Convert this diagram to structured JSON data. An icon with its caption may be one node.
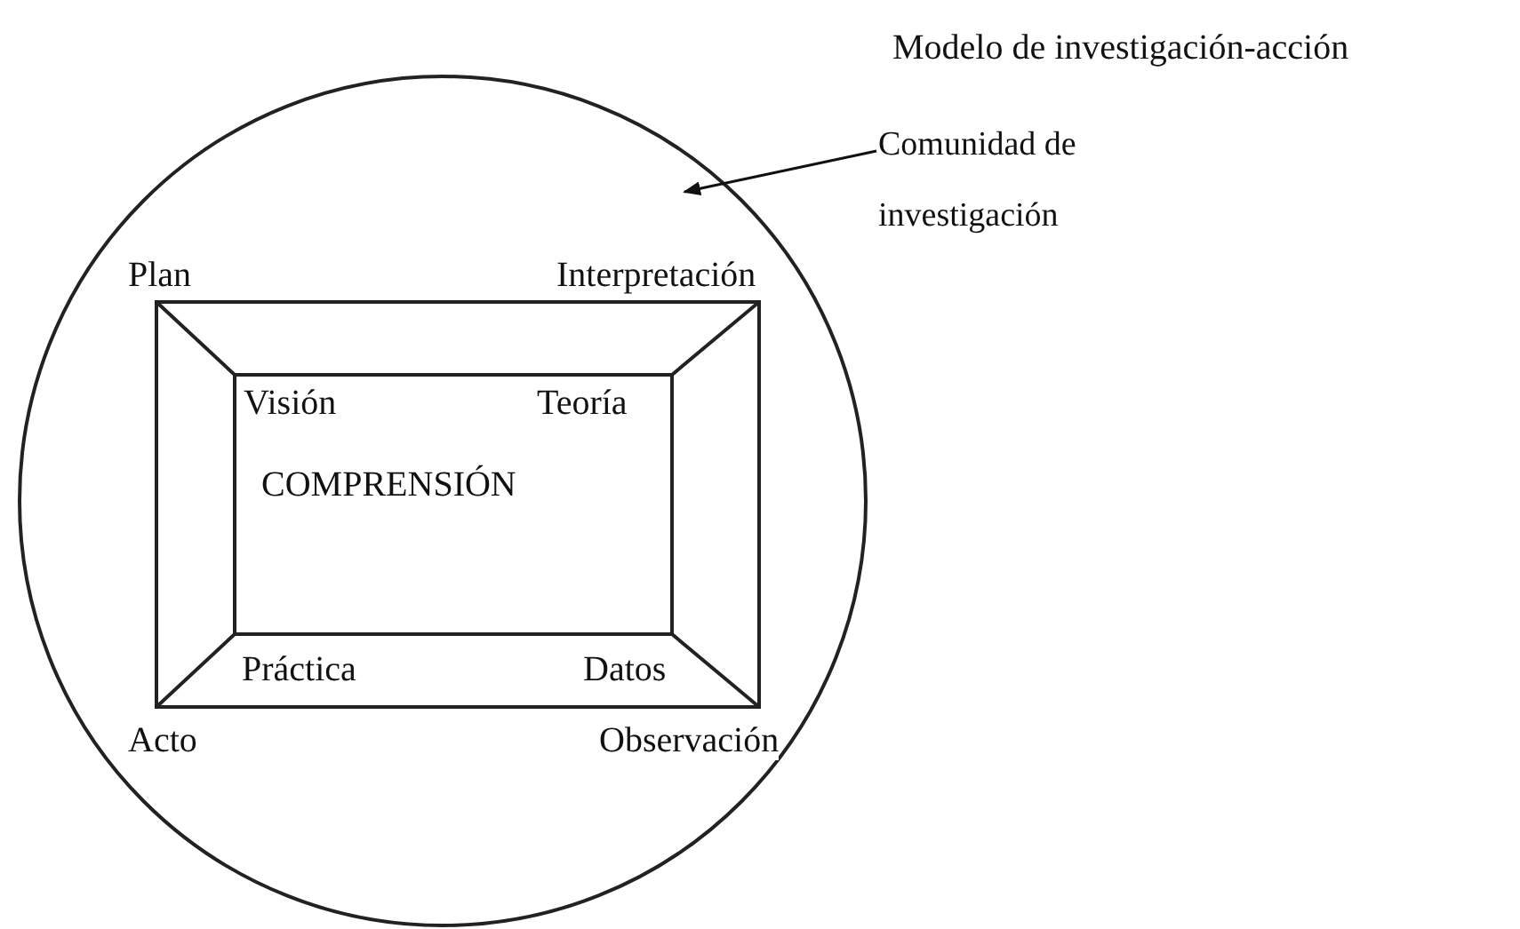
{
  "diagram": {
    "title": "Modelo de investigación-acción",
    "nodes": [
      {
        "text": [],
        "shape": "circle"
      },
      {
        "text": [
          "Comunidad de investigación"
        ]
      }
    ],
    "edges": [
      {
        "from": 1,
        "to": 0,
        "arrow": "to"
      }
    ],
    "labels": [
      "Plan",
      "Interpretación",
      "Visión",
      "Teoría",
      "COMPRENSIÓN",
      "Práctica",
      "Datos",
      "Acto",
      "Observación"
    ]
  }
}
